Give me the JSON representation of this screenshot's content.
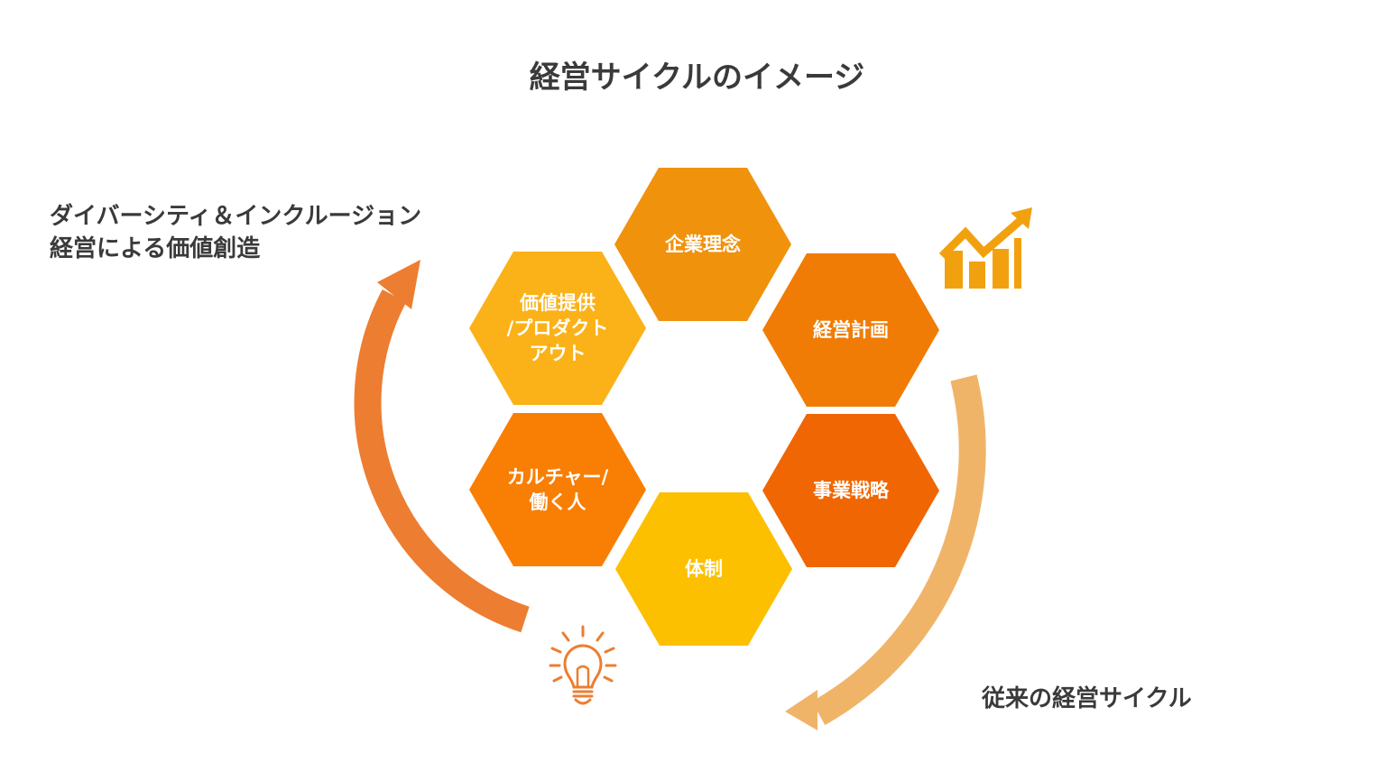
{
  "title": "経営サイクルのイメージ",
  "left_caption": {
    "line1": "ダイバーシティ＆インクルージョン",
    "line2": "経営による価値創造"
  },
  "right_caption": "従来の経営サイクル",
  "hexagons": [
    {
      "label": "企業理念",
      "color": "#f0920c"
    },
    {
      "label": "経営計画",
      "color": "#f07c05"
    },
    {
      "label": "事業戦略",
      "color": "#ef6603"
    },
    {
      "label": "体制",
      "color": "#fcc000"
    },
    {
      "label": "カルチャー/\n働く人",
      "color": "#f97e04"
    },
    {
      "label": "価値提供\n/プロダクト\nアウト",
      "color": "#fbb118"
    }
  ],
  "colors": {
    "left_arrow": "#ed7d31",
    "right_arrow": "#f0b469",
    "chart_icon": "#f2a10e",
    "bulb_icon": "#ed7d31",
    "text": "#3a3a3a"
  },
  "icons": {
    "growth_chart": "bar-chart-growth-icon",
    "lightbulb": "lightbulb-icon"
  }
}
